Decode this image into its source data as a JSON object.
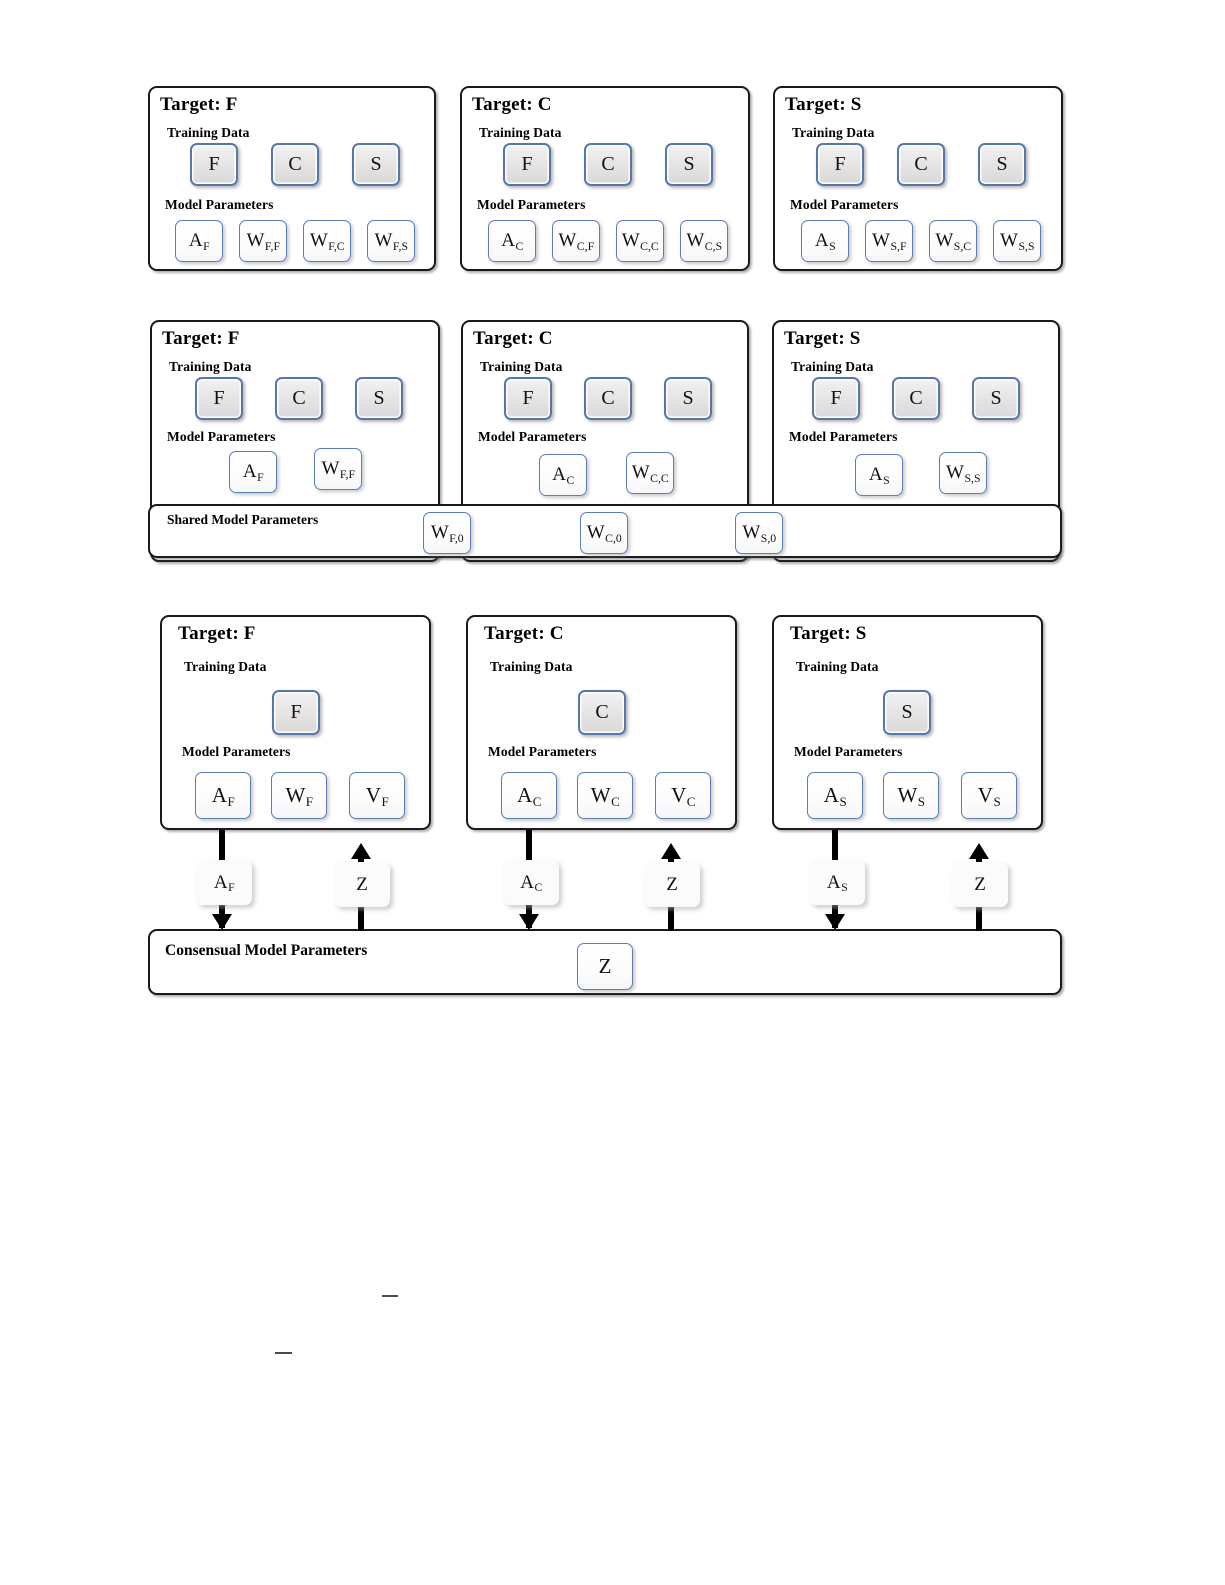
{
  "figure": {
    "title": "Multi-task learning parameter-sharing architectures",
    "colors": {
      "panel_border": "#1a1a1a",
      "data_box_border": "#5577aa",
      "param_box_border": "#5b7fb5",
      "data_box_fill": "#e6e6e6",
      "param_box_fill": "#ffffff",
      "arrow": "#000000"
    }
  },
  "labels": {
    "training_data": "Training Data",
    "model_parameters": "Model Parameters",
    "shared_model_parameters": "Shared Model Parameters",
    "consensual_model_parameters": "Consensual Model Parameters"
  },
  "row1": {
    "name": "independent-models",
    "panels": [
      {
        "title": "Target: F",
        "training_data": [
          "F",
          "C",
          "S"
        ],
        "params": [
          {
            "base": "A",
            "sub": "F"
          },
          {
            "base": "W",
            "sub": "F,F"
          },
          {
            "base": "W",
            "sub": "F,C"
          },
          {
            "base": "W",
            "sub": "F,S"
          }
        ]
      },
      {
        "title": "Target: C",
        "training_data": [
          "F",
          "C",
          "S"
        ],
        "params": [
          {
            "base": "A",
            "sub": "C"
          },
          {
            "base": "W",
            "sub": "C,F"
          },
          {
            "base": "W",
            "sub": "C,C"
          },
          {
            "base": "W",
            "sub": "C,S"
          }
        ]
      },
      {
        "title": "Target: S",
        "training_data": [
          "F",
          "C",
          "S"
        ],
        "params": [
          {
            "base": "A",
            "sub": "S"
          },
          {
            "base": "W",
            "sub": "S,F"
          },
          {
            "base": "W",
            "sub": "S,C"
          },
          {
            "base": "W",
            "sub": "S,S"
          }
        ]
      }
    ]
  },
  "row2": {
    "name": "shared-parameter-models",
    "panels": [
      {
        "title": "Target: F",
        "training_data": [
          "F",
          "C",
          "S"
        ],
        "params": [
          {
            "base": "A",
            "sub": "F"
          },
          {
            "base": "W",
            "sub": "F,F"
          }
        ]
      },
      {
        "title": "Target: C",
        "training_data": [
          "F",
          "C",
          "S"
        ],
        "params": [
          {
            "base": "A",
            "sub": "C"
          },
          {
            "base": "W",
            "sub": "C,C"
          }
        ]
      },
      {
        "title": "Target: S",
        "training_data": [
          "F",
          "C",
          "S"
        ],
        "params": [
          {
            "base": "A",
            "sub": "S"
          },
          {
            "base": "W",
            "sub": "S,S"
          }
        ]
      }
    ],
    "shared_bar": {
      "label": "Shared Model Parameters",
      "params": [
        {
          "base": "W",
          "sub": "F,0"
        },
        {
          "base": "W",
          "sub": "C,0"
        },
        {
          "base": "W",
          "sub": "S,0"
        }
      ]
    }
  },
  "row3": {
    "name": "consensus-models",
    "panels": [
      {
        "title": "Target: F",
        "training_data": [
          "F"
        ],
        "params": [
          {
            "base": "A",
            "sub": "F"
          },
          {
            "base": "W",
            "sub": "F"
          },
          {
            "base": "V",
            "sub": "F"
          }
        ],
        "down_arrow_box": {
          "base": "A",
          "sub": "F"
        },
        "up_arrow_box": {
          "base": "Z",
          "sub": ""
        }
      },
      {
        "title": "Target: C",
        "training_data": [
          "C"
        ],
        "params": [
          {
            "base": "A",
            "sub": "C"
          },
          {
            "base": "W",
            "sub": "C"
          },
          {
            "base": "V",
            "sub": "C"
          }
        ],
        "down_arrow_box": {
          "base": "A",
          "sub": "C"
        },
        "up_arrow_box": {
          "base": "Z",
          "sub": ""
        }
      },
      {
        "title": "Target: S",
        "training_data": [
          "S"
        ],
        "params": [
          {
            "base": "A",
            "sub": "S"
          },
          {
            "base": "W",
            "sub": "S"
          },
          {
            "base": "V",
            "sub": "S"
          }
        ],
        "down_arrow_box": {
          "base": "A",
          "sub": "S"
        },
        "up_arrow_box": {
          "base": "Z",
          "sub": ""
        }
      }
    ],
    "consensual_bar": {
      "label": "Consensual Model Parameters",
      "params": [
        {
          "base": "Z",
          "sub": ""
        }
      ]
    }
  }
}
